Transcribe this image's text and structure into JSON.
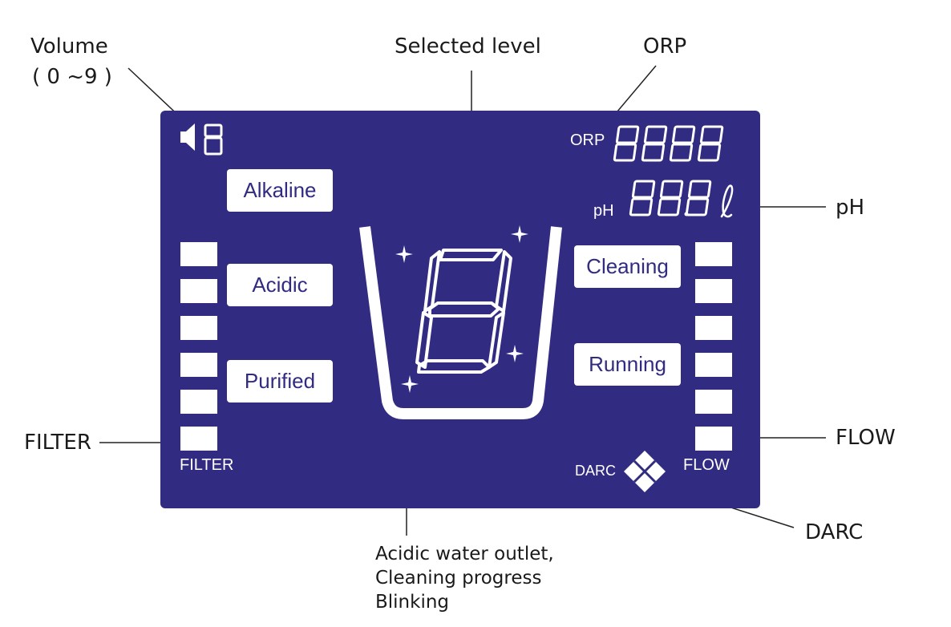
{
  "callouts": {
    "volume": "Volume",
    "volume_range": "( 0 ~9 )",
    "selected_level": "Selected level",
    "orp": "ORP",
    "ph": "pH",
    "filter": "FILTER",
    "flow": "FLOW",
    "darc": "DARC",
    "outlet_line1": "Acidic water outlet,",
    "outlet_line2": "Cleaning progress",
    "outlet_line3": "Blinking"
  },
  "display": {
    "buttons": {
      "alkaline": "Alkaline",
      "acidic": "Acidic",
      "purified": "Purified",
      "cleaning": "Cleaning",
      "running": "Running"
    },
    "labels": {
      "orp": "ORP",
      "ph": "pH",
      "filter": "FILTER",
      "flow": "FLOW",
      "darc": "DARC"
    },
    "colors": {
      "panel": "#312c82",
      "segment": "#ffffff"
    }
  }
}
